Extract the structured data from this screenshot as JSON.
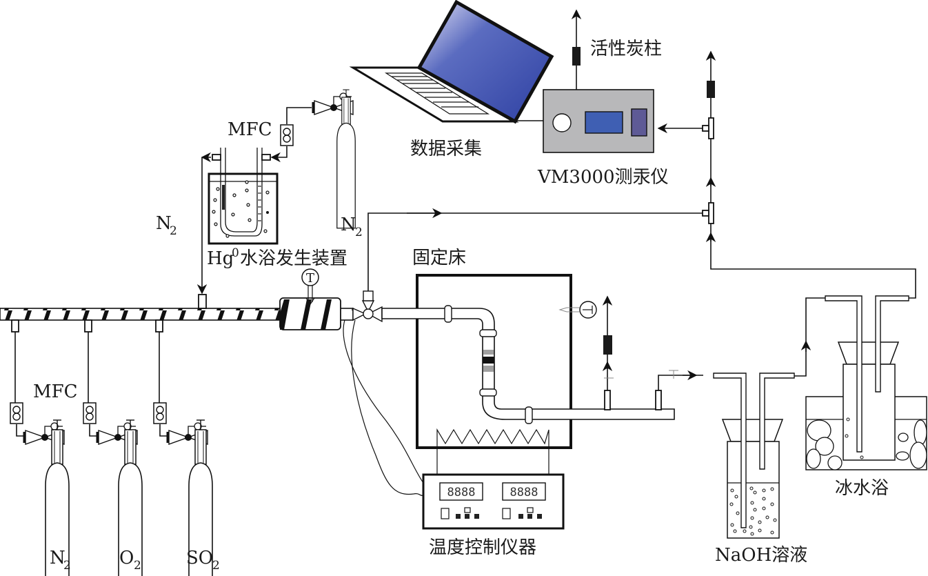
{
  "title": "Hg0 removal fixed-bed experimental system",
  "labels": {
    "activated_carbon": "活性炭柱",
    "data_acquisition": "数据采集",
    "analyzer": "VM3000测汞仪",
    "mfc_top": "MFC",
    "mfc_bottom": "MFC",
    "n2_left": "N",
    "n2_left_sub": "2",
    "n2_top": "N",
    "n2_top_sub": "2",
    "hg_generator_prefix": "Hg",
    "hg_generator_sup": "0",
    "hg_generator_suffix": "水浴发生装置",
    "fixed_bed": "固定床",
    "temp_controller": "温度控制仪器",
    "naoh": "NaOH溶液",
    "ice_bath": "冰水浴",
    "thermo_symbol": "T",
    "gas_n2": "N",
    "gas_n2_sub": "2",
    "gas_o2": "O",
    "gas_o2_sub": "2",
    "gas_so2": "SO",
    "gas_so2_sub": "2"
  },
  "controller": {
    "display_left": "8888",
    "display_right": "8888"
  },
  "colors": {
    "analyzer_body": "#b8b8ba",
    "analyzer_screen": "#3f5fb3",
    "analyzer_panel": "#5e5a96",
    "laptop_screen": "#3448a8",
    "sample_gray": "#a0a0a0"
  }
}
